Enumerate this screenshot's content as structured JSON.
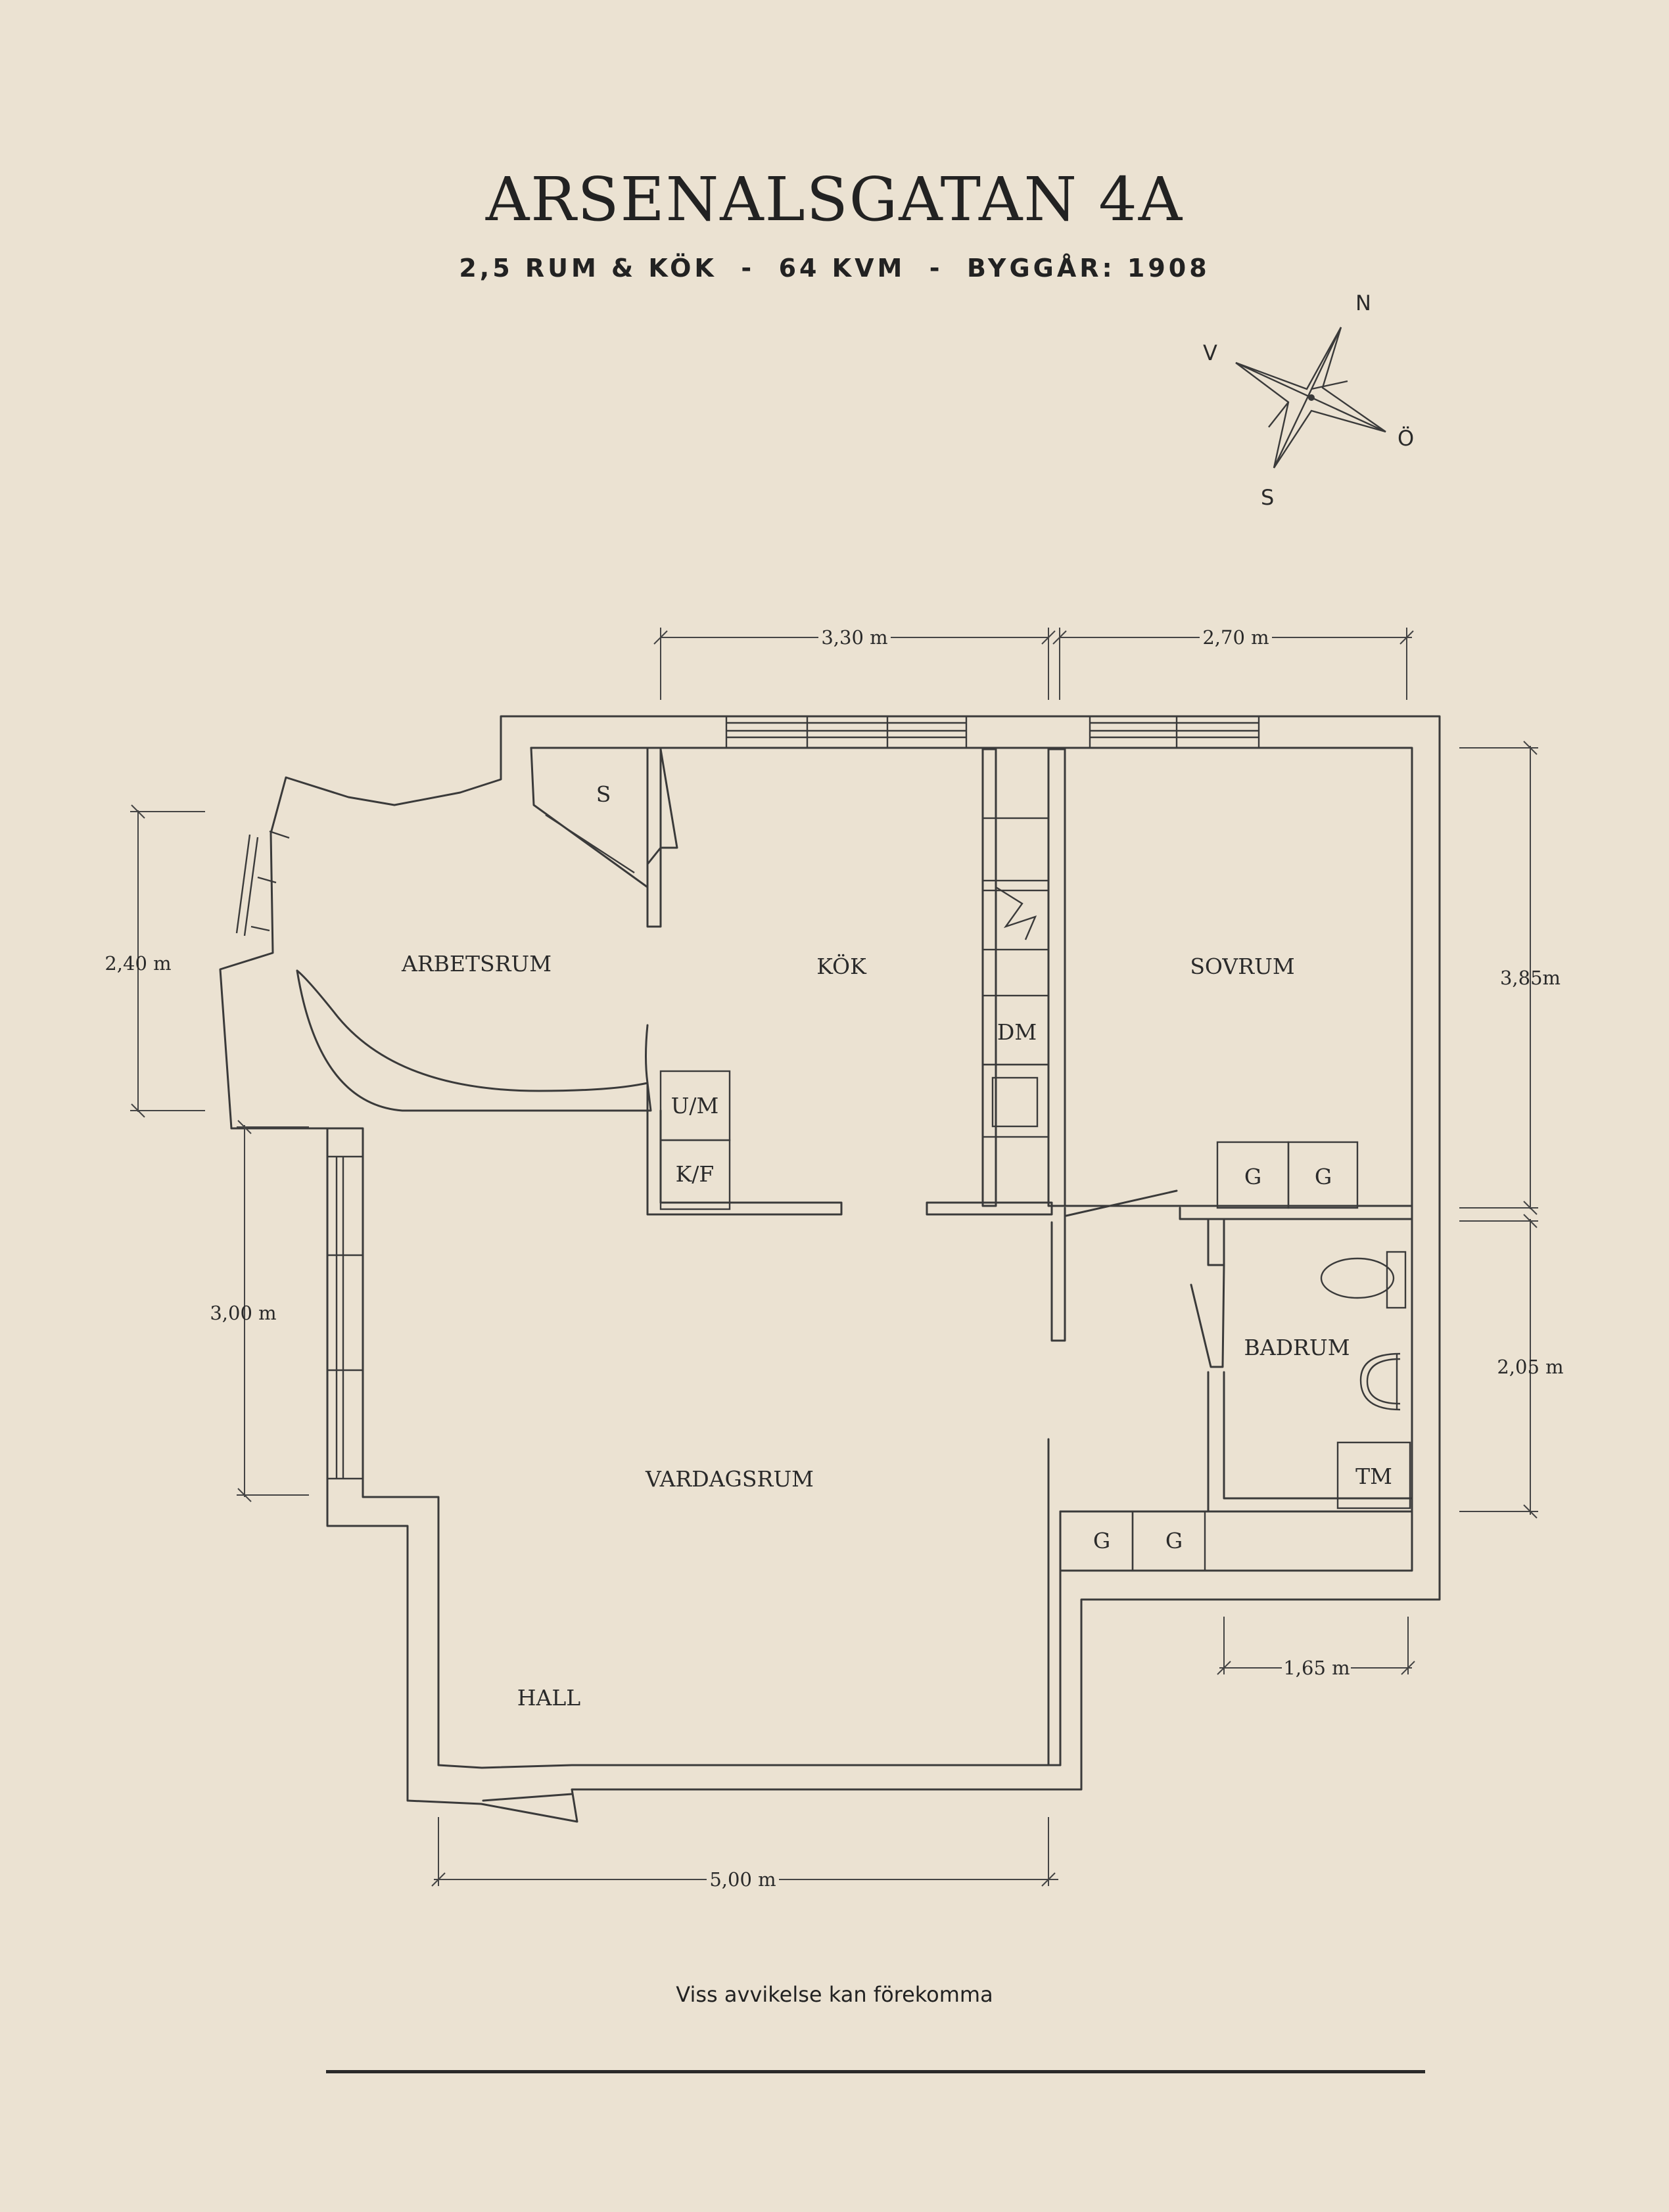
{
  "header": {
    "title": "ARSENALSGATAN 4A",
    "subtitle": "2,5 RUM & KÖK  -  64 KVM  -  BYGGÅR: 1908"
  },
  "compass": {
    "north": "N",
    "west": "V",
    "east": "Ö",
    "south": "S"
  },
  "rooms": {
    "arbetsrum": "ARBETSRUM",
    "kok": "KÖK",
    "sovrum": "SOVRUM",
    "badrum": "BADRUM",
    "vardagsrum": "VARDAGSRUM",
    "hall": "HALL"
  },
  "fixtures": {
    "s": "S",
    "dm": "DM",
    "um": "U/M",
    "kf": "K/F",
    "g1": "G",
    "g2": "G",
    "g3": "G",
    "g4": "G",
    "tm": "TM"
  },
  "dimensions": {
    "top_kok": "3,30 m",
    "top_sovrum": "2,70 m",
    "left_arbetsrum": "2,40 m",
    "left_vardagsrum": "3,00 m",
    "right_sovrum": "3,85m",
    "right_badrum": "2,05 m",
    "bottom_badrum": "1,65 m",
    "bottom_total": "5,00 m"
  },
  "footer": {
    "disclaimer": "Viss avvikelse kan förekomma"
  },
  "colors": {
    "background": "#ebe2d2",
    "ink": "#2a2a2a"
  }
}
